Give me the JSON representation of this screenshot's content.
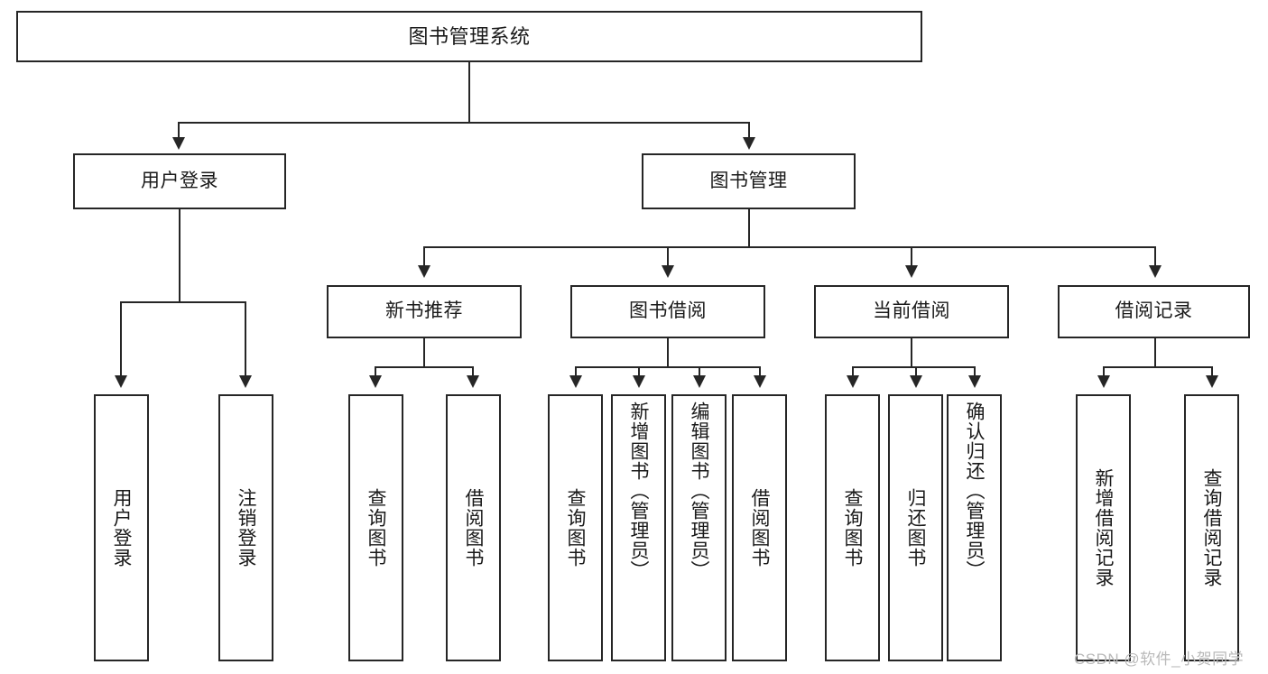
{
  "diagram": {
    "title": "图书管理系统",
    "type": "hierarchy-tree",
    "root": {
      "label": "图书管理系统"
    },
    "level2": [
      {
        "label": "用户登录"
      },
      {
        "label": "图书管理"
      }
    ],
    "level3": [
      {
        "label": "新书推荐"
      },
      {
        "label": "图书借阅"
      },
      {
        "label": "当前借阅"
      },
      {
        "label": "借阅记录"
      }
    ],
    "leaves": {
      "user_login": [
        {
          "label": "用户登录"
        },
        {
          "label": "注销登录"
        }
      ],
      "new_book_recommend": [
        {
          "label": "查询图书"
        },
        {
          "label": "借阅图书"
        }
      ],
      "book_borrow": [
        {
          "label": "查询图书"
        },
        {
          "label": "新增图书（管理员）"
        },
        {
          "label": "编辑图书（管理员）"
        },
        {
          "label": "借阅图书"
        }
      ],
      "current_borrow": [
        {
          "label": "查询图书"
        },
        {
          "label": "归还图书"
        },
        {
          "label": "确认归还（管理员）"
        }
      ],
      "borrow_record": [
        {
          "label": "新增借阅记录"
        },
        {
          "label": "查询借阅记录"
        }
      ]
    }
  },
  "watermark": {
    "text": "CSDN @软件_小贺同学"
  },
  "colors": {
    "stroke": "#262626",
    "fill": "#ffffff",
    "text": "#1a1a1a",
    "watermark": "#b9b9b9"
  }
}
